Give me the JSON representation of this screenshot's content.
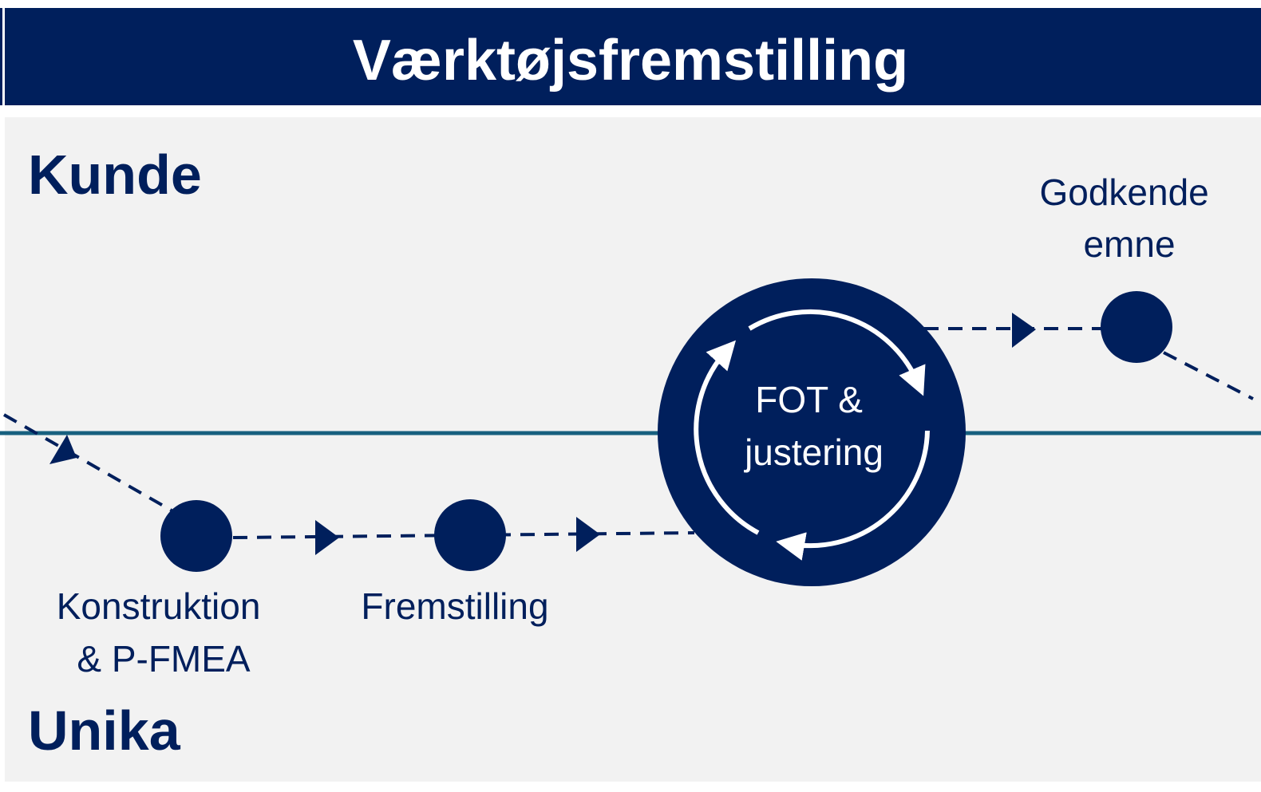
{
  "title": "Værktøjsfremstilling",
  "lanes": {
    "top": "Kunde",
    "bottom": "Unika"
  },
  "steps": [
    {
      "label_lines": [
        "Konstruktion",
        "& P-FMEA"
      ]
    },
    {
      "label_lines": [
        "Fremstilling"
      ]
    },
    {
      "label_lines": [
        "FOT &",
        "justering"
      ]
    },
    {
      "label_lines": [
        "Godkende",
        "emne"
      ]
    }
  ],
  "colors": {
    "navy": "#001f5c",
    "teal": "#17607f",
    "panel": "#f2f2f2"
  }
}
